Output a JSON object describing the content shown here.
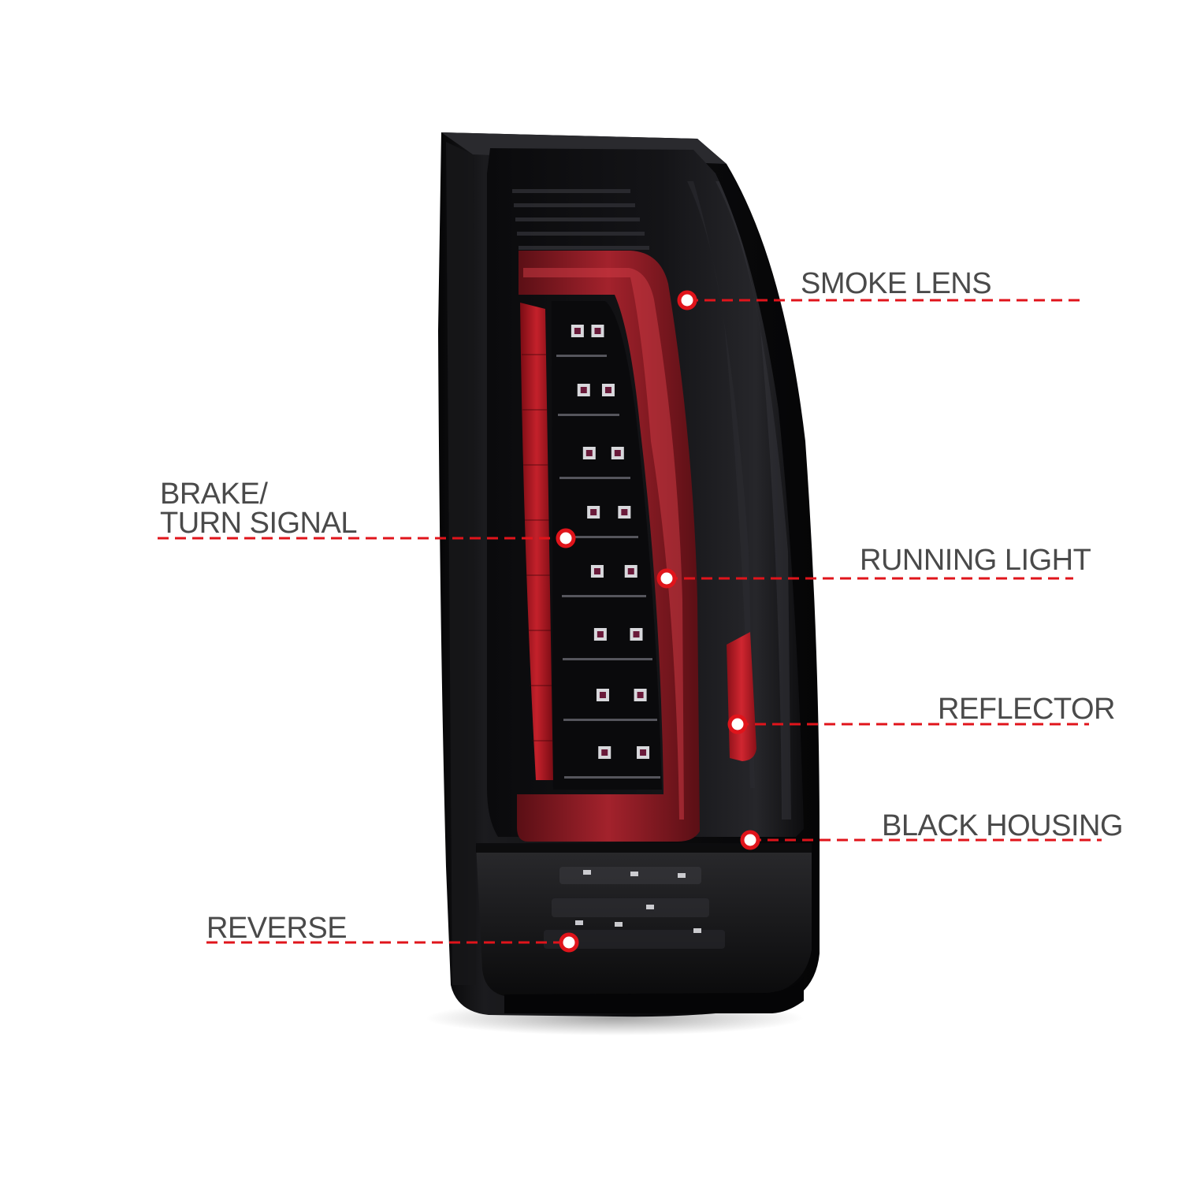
{
  "colors": {
    "accent_red": "#e0141b",
    "label_gray": "#4a4a4a",
    "housing_black": "#0e0e10",
    "lens_smoke": "#1a1a1d",
    "lightbar_red": "#8c1a22"
  },
  "product": {
    "name": "tail-light-assembly"
  },
  "callouts": {
    "smoke_lens": {
      "text": "SMOKE LENS"
    },
    "brake_turn": {
      "line1": "BRAKE/",
      "line2": "TURN SIGNAL"
    },
    "running_light": {
      "text": "RUNNING LIGHT"
    },
    "reflector": {
      "text": "REFLECTOR"
    },
    "black_housing": {
      "text": "BLACK HOUSING"
    },
    "reverse": {
      "text": "REVERSE"
    }
  }
}
